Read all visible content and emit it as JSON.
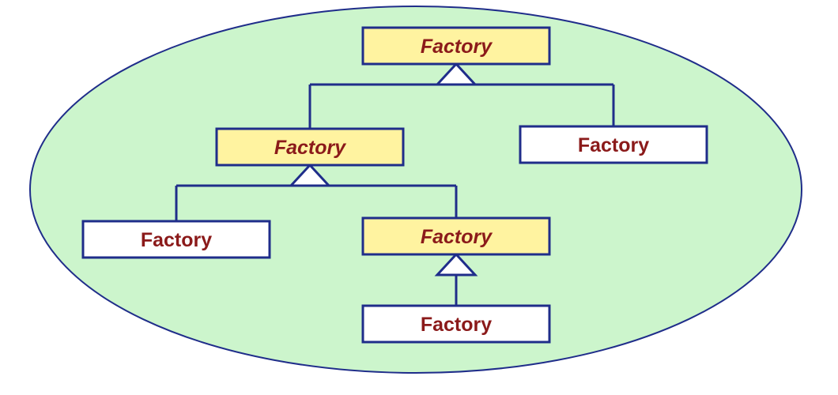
{
  "diagram": {
    "colors": {
      "background": "#ccf5cc",
      "outline": "#1f2d8a",
      "abstract_fill": "#fff3a0",
      "concrete_fill": "#ffffff",
      "label": "#8b1a1a"
    },
    "nodes": [
      {
        "id": "root",
        "label": "Factory",
        "abstract": true
      },
      {
        "id": "mid",
        "label": "Factory",
        "abstract": true
      },
      {
        "id": "right",
        "label": "Factory",
        "abstract": false
      },
      {
        "id": "left-leaf",
        "label": "Factory",
        "abstract": false
      },
      {
        "id": "lower-abstract",
        "label": "Factory",
        "abstract": true
      },
      {
        "id": "bottom-leaf",
        "label": "Factory",
        "abstract": false
      }
    ],
    "inheritance": [
      {
        "parent": "root",
        "children": [
          "mid",
          "right"
        ]
      },
      {
        "parent": "mid",
        "children": [
          "left-leaf",
          "lower-abstract"
        ]
      },
      {
        "parent": "lower-abstract",
        "children": [
          "bottom-leaf"
        ]
      }
    ]
  }
}
